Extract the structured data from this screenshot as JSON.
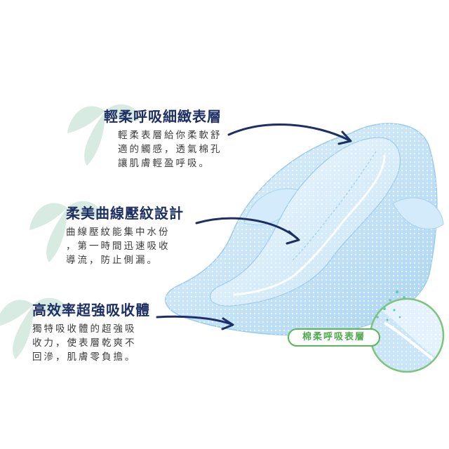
{
  "features": [
    {
      "title": "輕柔呼吸細緻表層",
      "lines": [
        "輕柔表層給你柔軟舒",
        "適的觸感，透氣棉孔",
        "讓肌膚輕盈呼吸。"
      ]
    },
    {
      "title": "柔美曲線壓紋設計",
      "lines": [
        "曲線壓紋能集中水份",
        "，第一時間迅速吸收",
        "導流，防止側漏。"
      ]
    },
    {
      "title": "高效率超強吸收體",
      "lines": [
        "獨特吸收體的超強吸",
        "收力，使表層乾爽不",
        "回滲，肌膚零負擔。"
      ]
    }
  ],
  "badge": {
    "label": "棉柔呼吸表層"
  },
  "colors": {
    "title": "#1d2f63",
    "arrow": "#1d2f63",
    "badge_green": "#5bb55b",
    "pad_blue": "#bfe0f5",
    "leaf": "#d7ebe3"
  },
  "icons": [
    "leaf-icon",
    "arrow-icon"
  ]
}
